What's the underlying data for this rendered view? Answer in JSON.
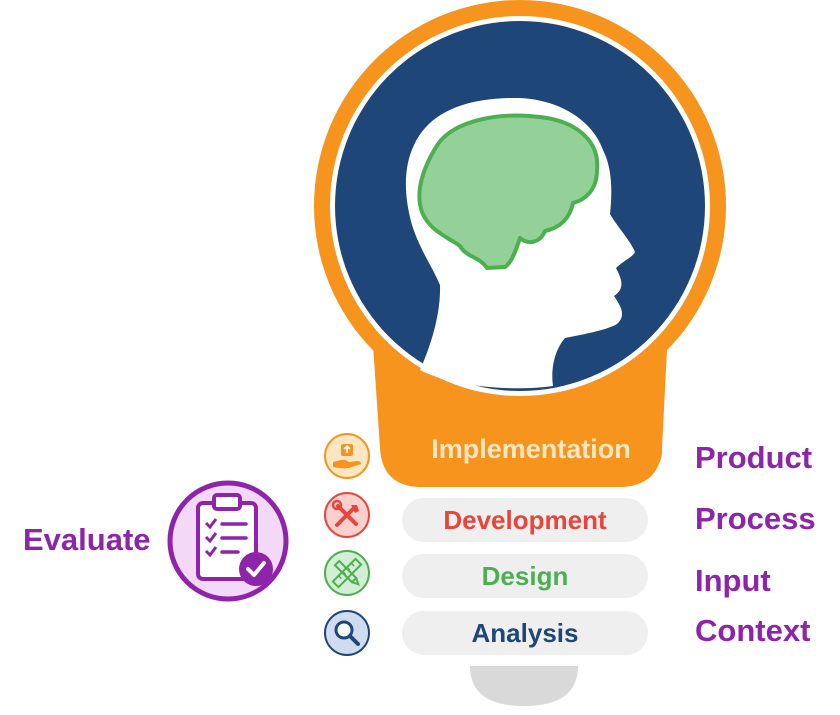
{
  "colors": {
    "bulb_orange": "#f7941d",
    "head_blue": "#1f4678",
    "brain_green": "#93d199",
    "brain_outline": "#4caf50",
    "purple": "#8e24aa",
    "implementation": "#fde7c2",
    "development": "#e8453c",
    "design": "#4caf50",
    "analysis": "#1f4678",
    "pill_bg": "#efefef",
    "bulb_base": "#d9d9d9"
  },
  "stages": {
    "implementation": {
      "label": "Implementation",
      "icon": "hand-package-icon"
    },
    "development": {
      "label": "Development",
      "icon": "tools-icon"
    },
    "design": {
      "label": "Design",
      "icon": "ruler-pencil-icon"
    },
    "analysis": {
      "label": "Analysis",
      "icon": "magnifier-icon"
    }
  },
  "evaluate": {
    "label": "Evaluate",
    "icon": "clipboard-check-icon"
  },
  "outcomes": {
    "product": "Product",
    "process": "Process",
    "input": "Input",
    "context": "Context"
  }
}
